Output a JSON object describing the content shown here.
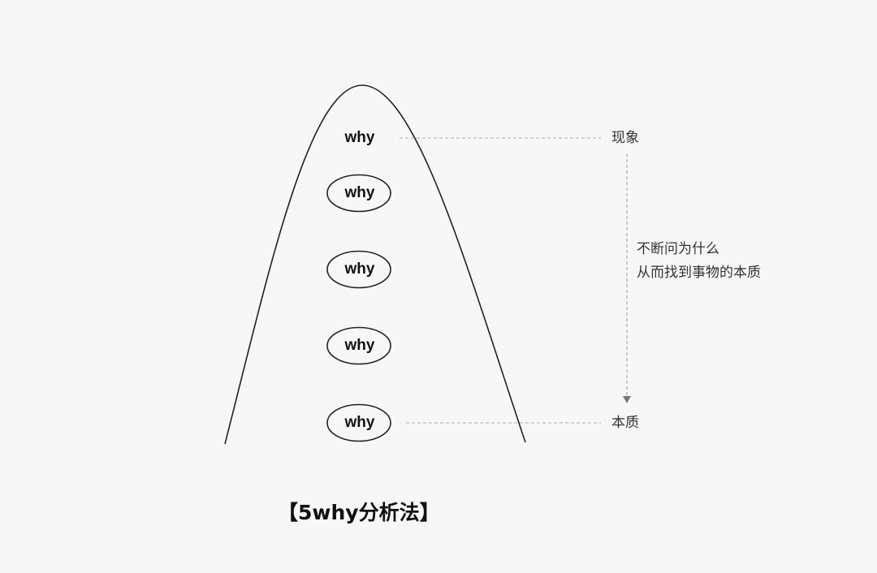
{
  "diagram": {
    "title": "【5why分析法】",
    "why_items": [
      {
        "label": "why",
        "circled": false
      },
      {
        "label": "why",
        "circled": true
      },
      {
        "label": "why",
        "circled": true
      },
      {
        "label": "why",
        "circled": true
      },
      {
        "label": "why",
        "circled": true
      }
    ],
    "top_label": "现象",
    "bottom_label": "本质",
    "note": {
      "line1": "不断问为什么",
      "line2": "从而找到事物的本质"
    },
    "colors": {
      "background": "#f7f7f7",
      "stroke": "#222222",
      "dashed": "#bbbbbb",
      "arrow": "#777777",
      "text": "#333333"
    }
  }
}
